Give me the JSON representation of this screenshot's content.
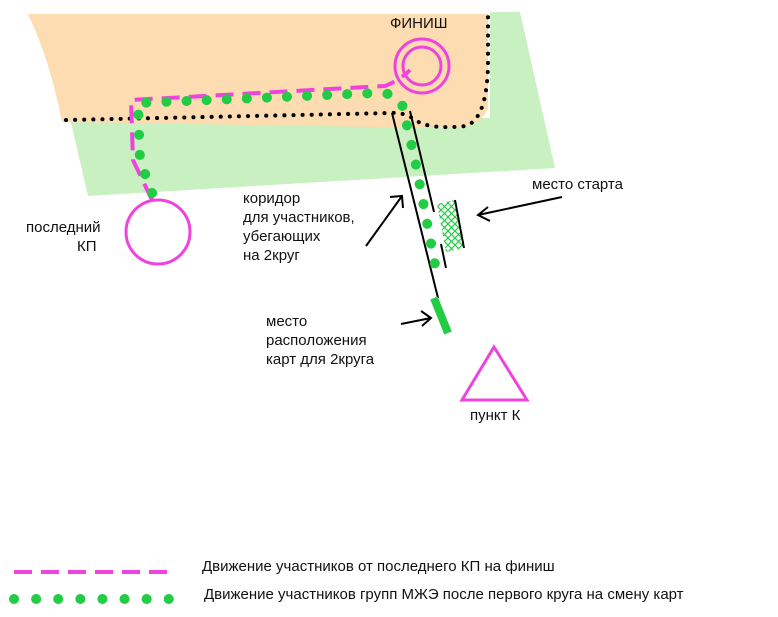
{
  "labels": {
    "finish": "ФИНИШ",
    "last_cp": [
      "последний",
      "КП"
    ],
    "corridor": [
      "коридор",
      "для участников,",
      "убегающих",
      "на 2круг"
    ],
    "start_place": "место старта",
    "maps_place": [
      "место",
      "расположения",
      "карт для 2круга"
    ],
    "point_k": "пункт К"
  },
  "legend": [
    {
      "style": "dashed",
      "color": "#ee44dd",
      "label": "Движение участников от последнего КП на финиш"
    },
    {
      "style": "dotted",
      "color": "#22cc44",
      "label": "Движение участников групп МЖЭ после первого круга на смену карт"
    }
  ],
  "colors": {
    "sand": "#fcdcb0",
    "meadow": "#c8f0c0",
    "pink": "#ee44dd",
    "green": "#22cc44",
    "black": "#000000"
  }
}
